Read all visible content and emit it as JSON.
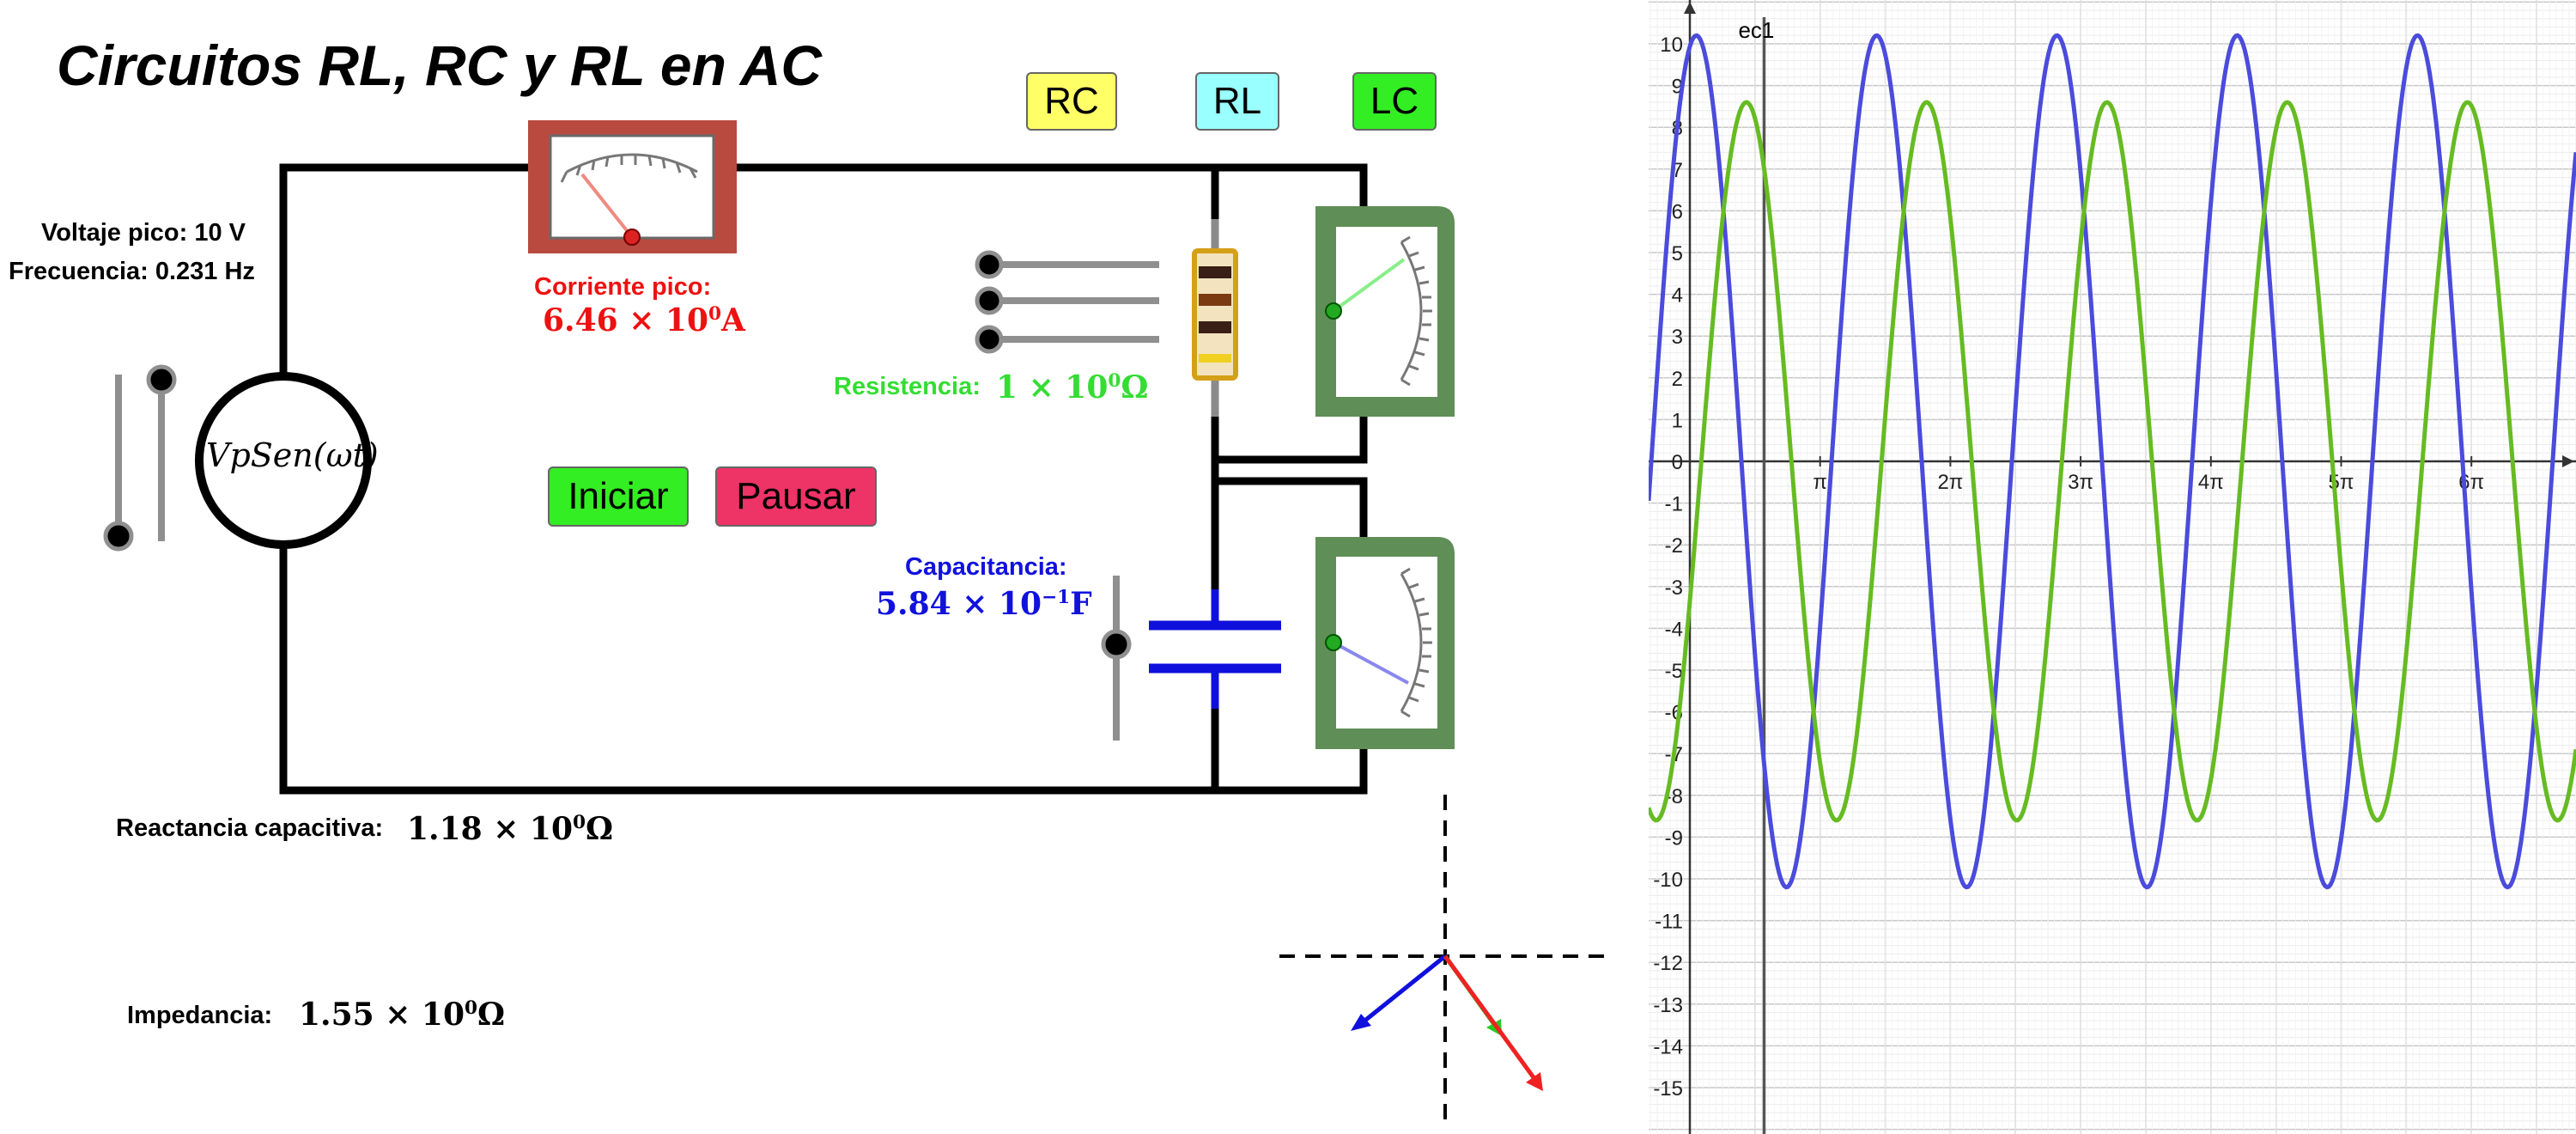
{
  "title": "Circuitos RL, RC y RL en AC",
  "buttons": {
    "rc": "RC",
    "rl": "RL",
    "lc": "LC",
    "start": "Iniciar",
    "pause": "Pausar"
  },
  "source": {
    "peak_voltage": "Voltaje pico: 10 V",
    "frequency": "Frecuencia: 0.231 Hz",
    "symbol": "VpSen(ωt)"
  },
  "ammeter": {
    "label": "Corriente pico:",
    "mantissa": "6.46",
    "exponent": "0",
    "unit": "A"
  },
  "resistance": {
    "label": "Resistencia:",
    "mantissa": "1",
    "exponent": "0",
    "unit": "Ω"
  },
  "capacitance": {
    "label": "Capacitancia:",
    "mantissa": "5.84",
    "exponent": "−1",
    "unit": "F"
  },
  "reactance": {
    "label": "Reactancia capacitiva:",
    "mantissa": "1.18",
    "exponent": "0",
    "unit": "Ω"
  },
  "impedance": {
    "label": "Impedancia:",
    "mantissa": "1.55",
    "exponent": "0",
    "unit": "Ω"
  },
  "graph": {
    "curve_label": "ec1",
    "y_ticks": [
      "10",
      "9",
      "8",
      "7",
      "6",
      "5",
      "4",
      "3",
      "2",
      "1",
      "0",
      "-1",
      "-2",
      "-3",
      "-4",
      "-5",
      "-6",
      "-7",
      "-8",
      "-9",
      "-10",
      "-11",
      "-12",
      "-13",
      "-14",
      "-15"
    ],
    "x_ticks": [
      "π",
      "2π",
      "3π",
      "4π",
      "5π",
      "6π"
    ],
    "colors": {
      "voltage": "#4b4bdc",
      "current": "#66bb22"
    }
  },
  "chart_data": {
    "type": "line",
    "title": "",
    "xlabel": "",
    "ylabel": "",
    "ylim": [
      -15.5,
      10.5
    ],
    "x_unit": "π",
    "series": [
      {
        "amplitude": 10.2,
        "period_pi": 1.384,
        "phase_pi": 0.05
      },
      {
        "amplitude": 8.6,
        "period_pi": 1.384,
        "phase_pi": -0.95
      }
    ]
  }
}
